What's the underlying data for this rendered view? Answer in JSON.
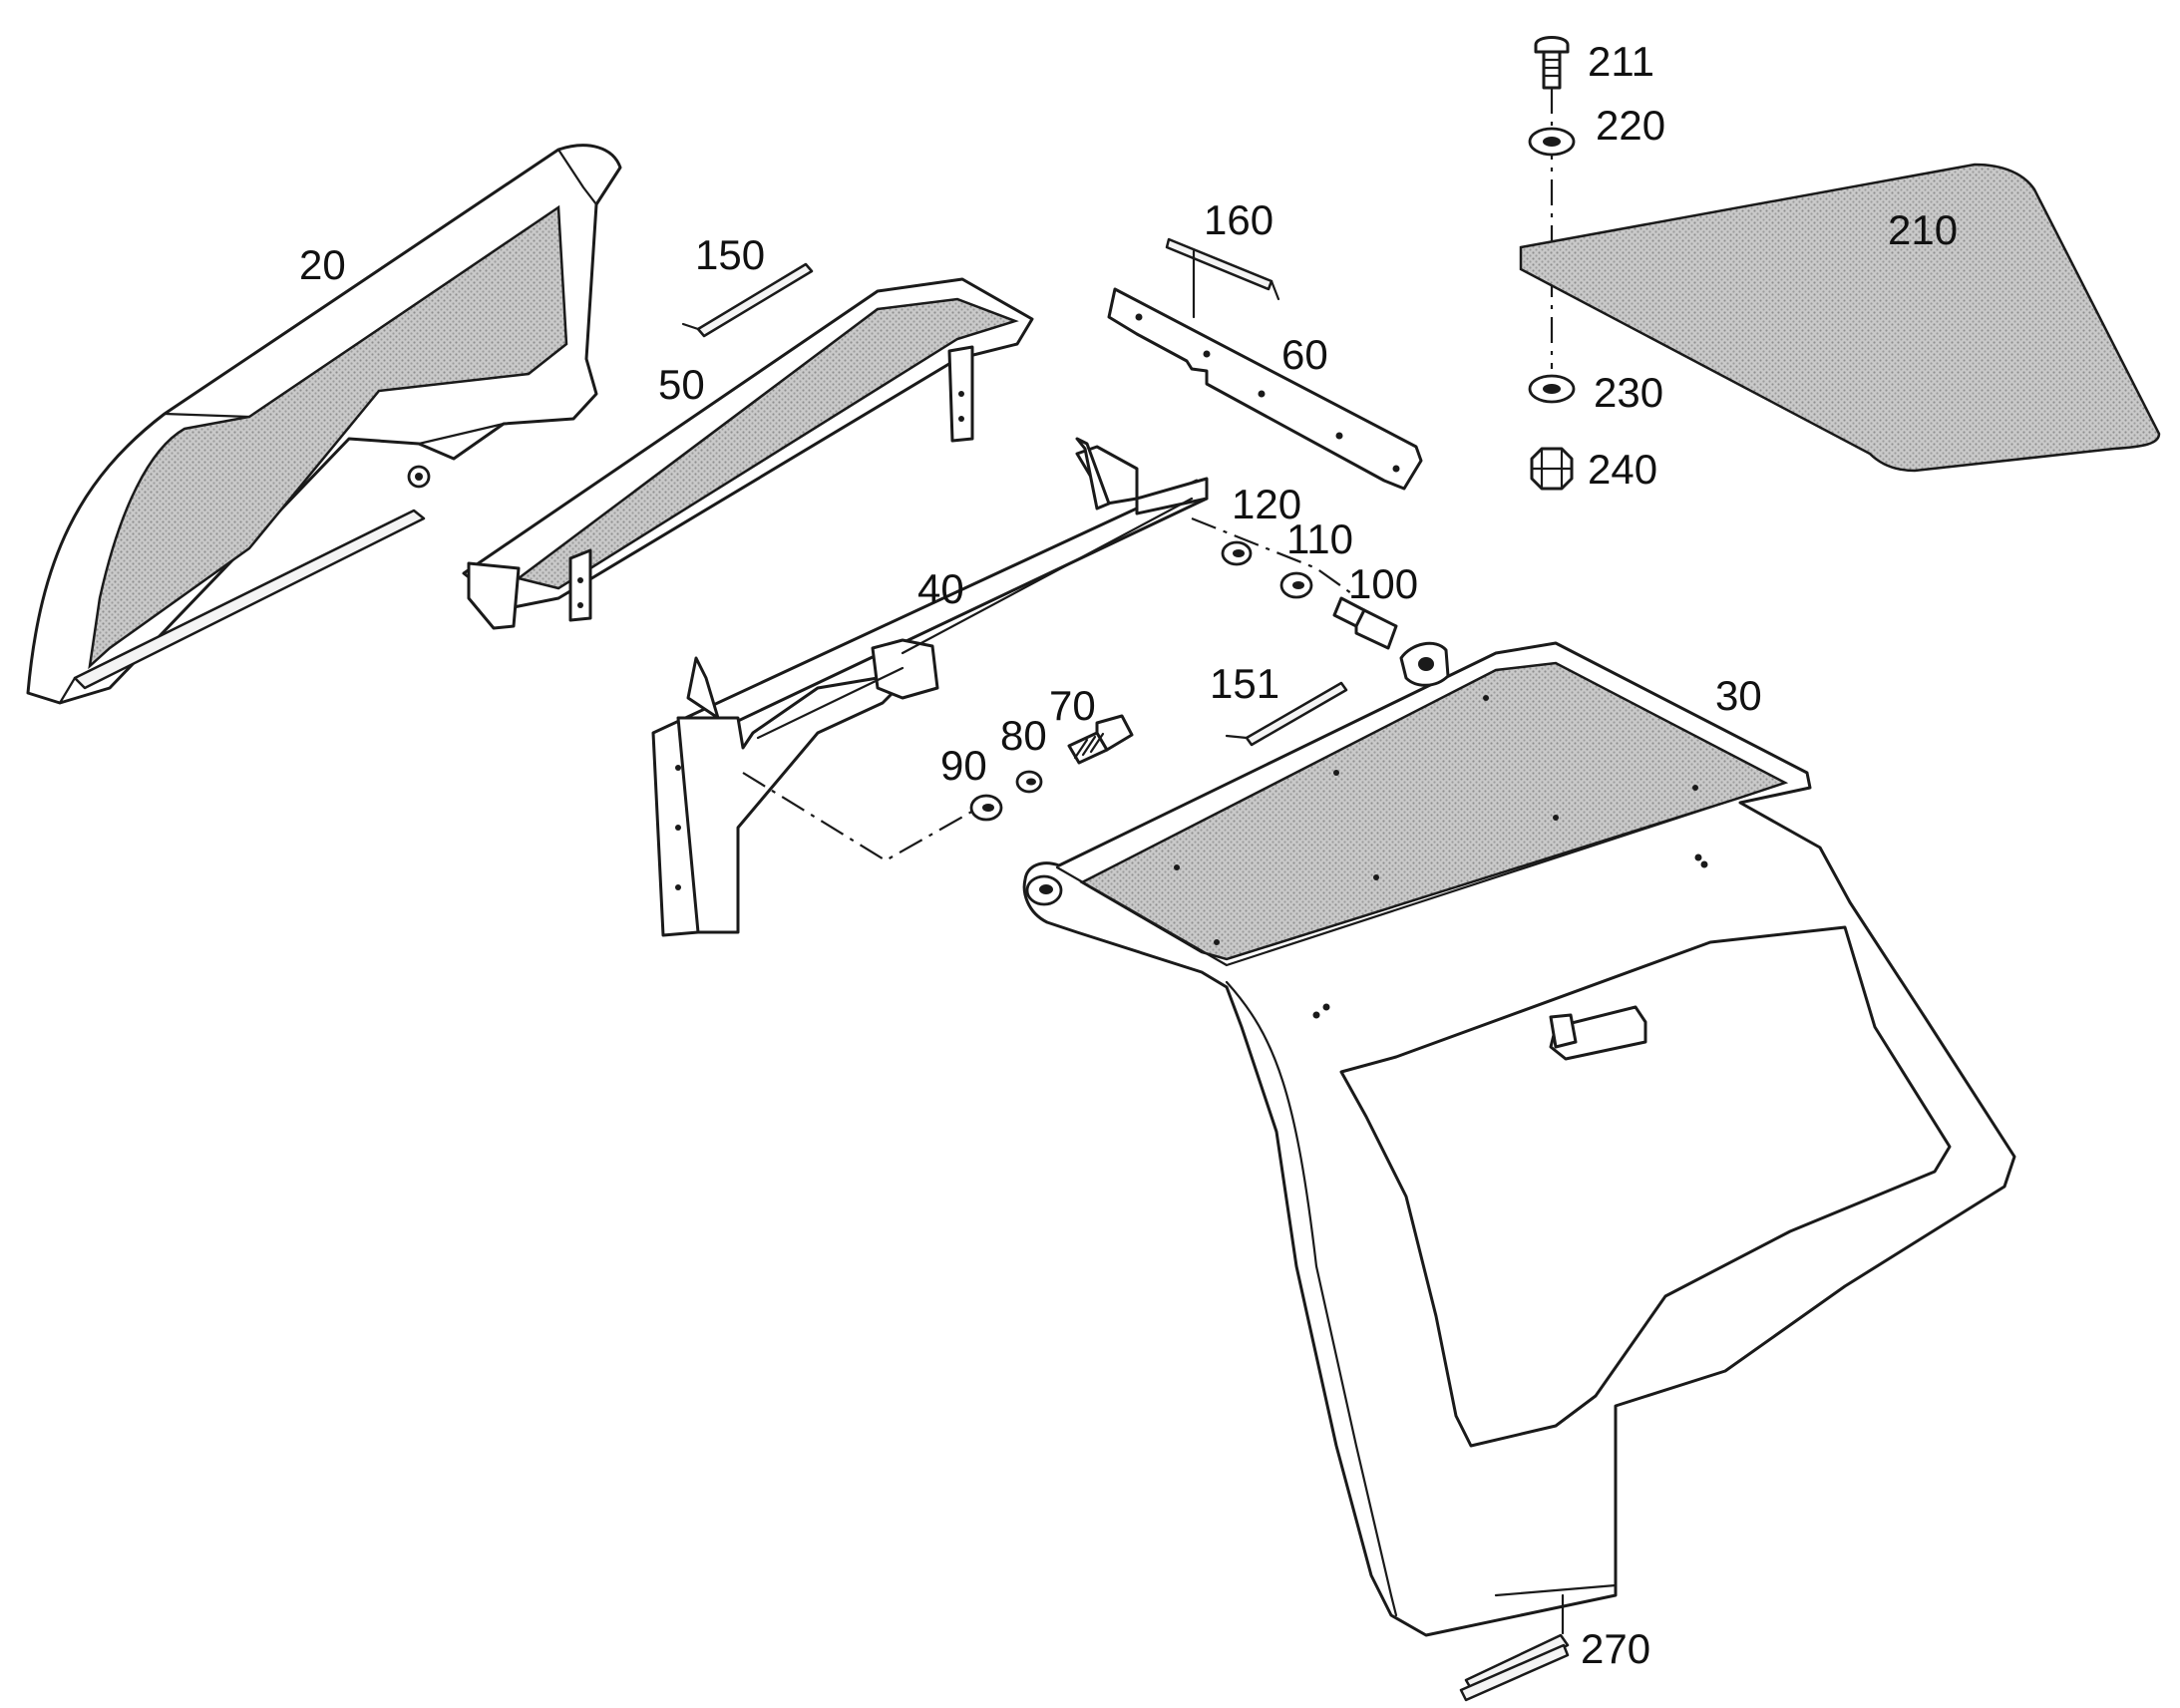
{
  "callouts": {
    "p20": "20",
    "p30": "30",
    "p40": "40",
    "p50": "50",
    "p60": "60",
    "p70": "70",
    "p80": "80",
    "p90": "90",
    "p100": "100",
    "p110": "110",
    "p120": "120",
    "p150": "150",
    "p151": "151",
    "p160": "160",
    "p210": "210",
    "p211": "211",
    "p220": "220",
    "p230": "230",
    "p240": "240",
    "p270": "270"
  }
}
